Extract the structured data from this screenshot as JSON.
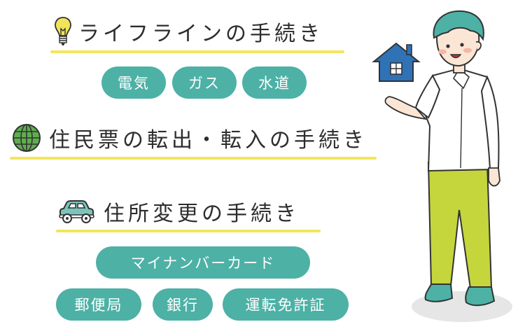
{
  "headings": {
    "lifeline": "ライフラインの手続き",
    "resident": "住民票の転出・転入の手続き",
    "address": "住所変更の手続き"
  },
  "lifeline_items": [
    "電気",
    "ガス",
    "水道"
  ],
  "address_items": [
    "マイナンバーカード",
    "郵便局",
    "銀行",
    "運転免許証"
  ],
  "icons": {
    "lifeline": "light-bulb-icon",
    "resident": "globe-icon",
    "address": "car-icon"
  },
  "colors": {
    "pill": "#4db1a6",
    "underline": "#f3e65a",
    "hair": "#4db1a6",
    "pants": "#c5d63c",
    "shoes": "#4db1a6",
    "house": "#2f72b6"
  }
}
